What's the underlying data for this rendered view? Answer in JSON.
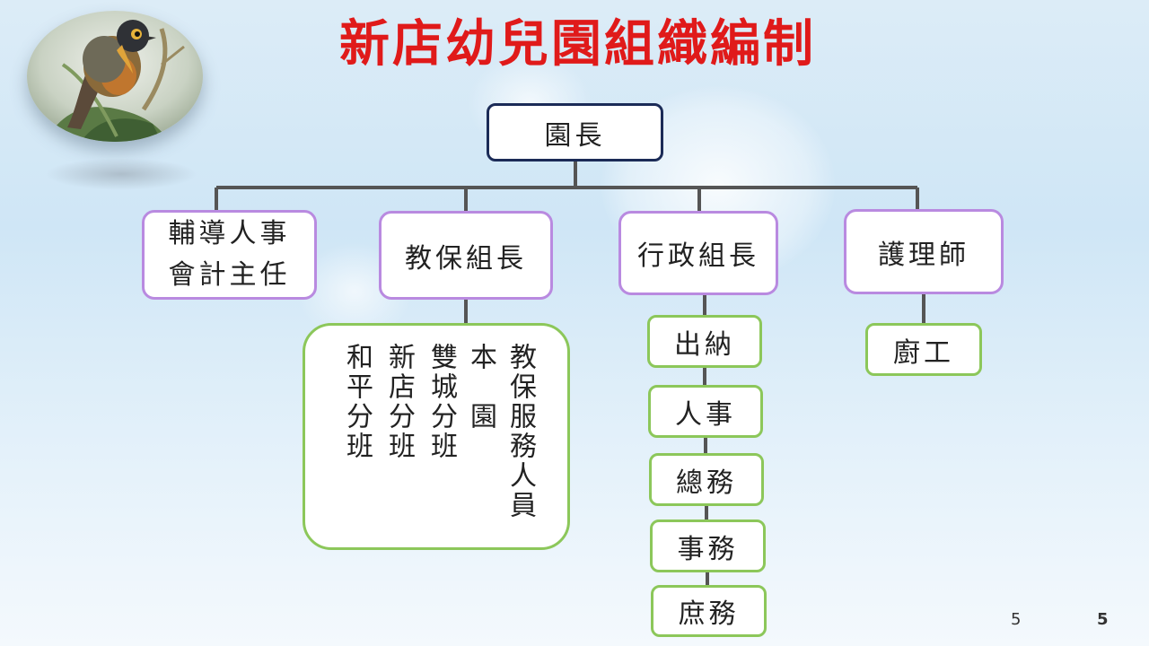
{
  "title": "新店幼兒園組織編制",
  "nodes": {
    "principal": "園長",
    "counsel": [
      "輔導人事",
      "會計主任"
    ],
    "edu_head": "教保組長",
    "admin_head": "行政組長",
    "nurse": "護理師",
    "cook": "廚工",
    "edu_group": {
      "staff": "教保服務人員",
      "main": "本　園",
      "shuangcheng": "雙城分班",
      "xindian": "新店分班",
      "heping": "和平分班"
    },
    "admin_items": [
      "出納",
      "人事",
      "總務",
      "事務",
      "庶務"
    ]
  },
  "page_numbers": [
    "5",
    "5"
  ],
  "colors": {
    "title": "#e01a1a",
    "principal_border": "#1b2b57",
    "head_border": "#b98ae0",
    "staff_border": "#8cc75a",
    "connector": "#555555"
  }
}
